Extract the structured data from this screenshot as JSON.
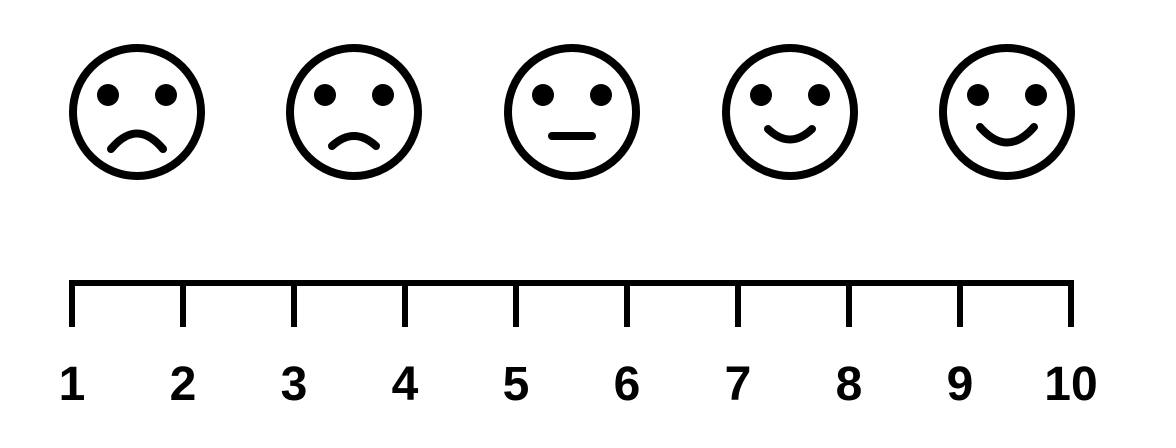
{
  "scale": {
    "min": 1,
    "max": 10,
    "ticks": [
      "1",
      "2",
      "3",
      "4",
      "5",
      "6",
      "7",
      "8",
      "9",
      "10"
    ]
  },
  "faces": [
    {
      "icon": "very-sad-face-icon",
      "expression": "very-sad"
    },
    {
      "icon": "sad-face-icon",
      "expression": "sad"
    },
    {
      "icon": "neutral-face-icon",
      "expression": "neutral"
    },
    {
      "icon": "happy-face-icon",
      "expression": "happy"
    },
    {
      "icon": "very-happy-face-icon",
      "expression": "very-happy"
    }
  ],
  "colors": {
    "stroke": "#000000",
    "background": "#ffffff"
  }
}
